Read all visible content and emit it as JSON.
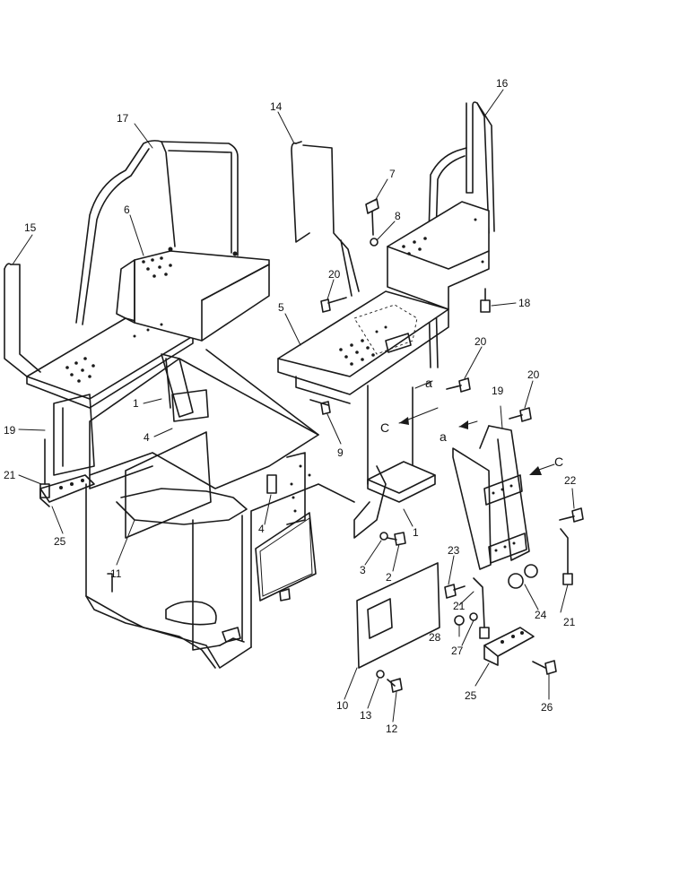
{
  "callouts": [
    {
      "id": "c1a",
      "text": "1"
    },
    {
      "id": "c1b",
      "text": "1"
    },
    {
      "id": "c2",
      "text": "2"
    },
    {
      "id": "c3",
      "text": "3"
    },
    {
      "id": "c4a",
      "text": "4"
    },
    {
      "id": "c4b",
      "text": "4"
    },
    {
      "id": "c5",
      "text": "5"
    },
    {
      "id": "c6",
      "text": "6"
    },
    {
      "id": "c7",
      "text": "7"
    },
    {
      "id": "c8",
      "text": "8"
    },
    {
      "id": "c9",
      "text": "9"
    },
    {
      "id": "c10",
      "text": "10"
    },
    {
      "id": "c11",
      "text": "11"
    },
    {
      "id": "c12",
      "text": "12"
    },
    {
      "id": "c13",
      "text": "13"
    },
    {
      "id": "c14",
      "text": "14"
    },
    {
      "id": "c15",
      "text": "15"
    },
    {
      "id": "c16",
      "text": "16"
    },
    {
      "id": "c17",
      "text": "17"
    },
    {
      "id": "c18",
      "text": "18"
    },
    {
      "id": "c19a",
      "text": "19"
    },
    {
      "id": "c19b",
      "text": "19"
    },
    {
      "id": "c20a",
      "text": "20"
    },
    {
      "id": "c20b",
      "text": "20"
    },
    {
      "id": "c20c",
      "text": "20"
    },
    {
      "id": "c21a",
      "text": "21"
    },
    {
      "id": "c21b",
      "text": "21"
    },
    {
      "id": "c21c",
      "text": "21"
    },
    {
      "id": "c22",
      "text": "22"
    },
    {
      "id": "c23",
      "text": "23"
    },
    {
      "id": "c24",
      "text": "24"
    },
    {
      "id": "c25a",
      "text": "25"
    },
    {
      "id": "c25b",
      "text": "25"
    },
    {
      "id": "c26",
      "text": "26"
    },
    {
      "id": "c27",
      "text": "27"
    },
    {
      "id": "c28",
      "text": "28"
    }
  ],
  "view_marks": {
    "a_top": "a",
    "a_bottom": "a",
    "c_left": "C",
    "c_right": "C"
  }
}
